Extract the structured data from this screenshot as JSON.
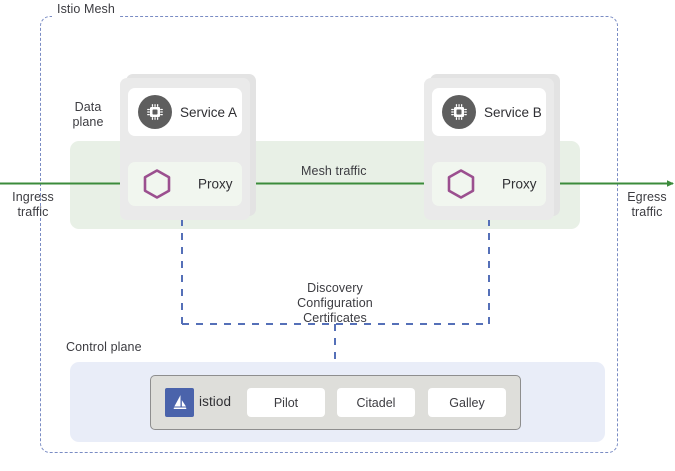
{
  "diagram": {
    "title": "Istio Mesh",
    "mesh_label": "Istio Mesh",
    "data_plane_label": "Data\nplane",
    "control_plane_label": "Control plane",
    "ingress_label": "Ingress\ntraffic",
    "egress_label": "Egress\ntraffic",
    "mesh_traffic_label": "Mesh traffic",
    "control_flow_label": "Discovery\nConfiguration\nCertificates"
  },
  "pods": [
    {
      "service_label": "Service A",
      "proxy_label": "Proxy",
      "service_icon": "chip-icon",
      "proxy_icon": "hexagon-icon"
    },
    {
      "service_label": "Service B",
      "proxy_label": "Proxy",
      "service_icon": "chip-icon",
      "proxy_icon": "hexagon-icon"
    }
  ],
  "control_plane": {
    "istiod_label": "istiod",
    "istiod_icon": "istio-sail-icon",
    "components": [
      {
        "label": "Pilot"
      },
      {
        "label": "Citadel"
      },
      {
        "label": "Galley"
      }
    ]
  },
  "colors": {
    "mesh_border": "#7a8cc4",
    "traffic_green": "#3b8b3b",
    "control_blue": "#5570b8",
    "mesh_band": "#e8f0e6",
    "control_panel": "#e9edf8",
    "istiod_blue": "#4a63ab",
    "hexagon_purple": "#9b4f8f",
    "chip_gray": "#5e5e5e",
    "pod_gray": "#eaeaea",
    "text": "#3c3c41"
  }
}
